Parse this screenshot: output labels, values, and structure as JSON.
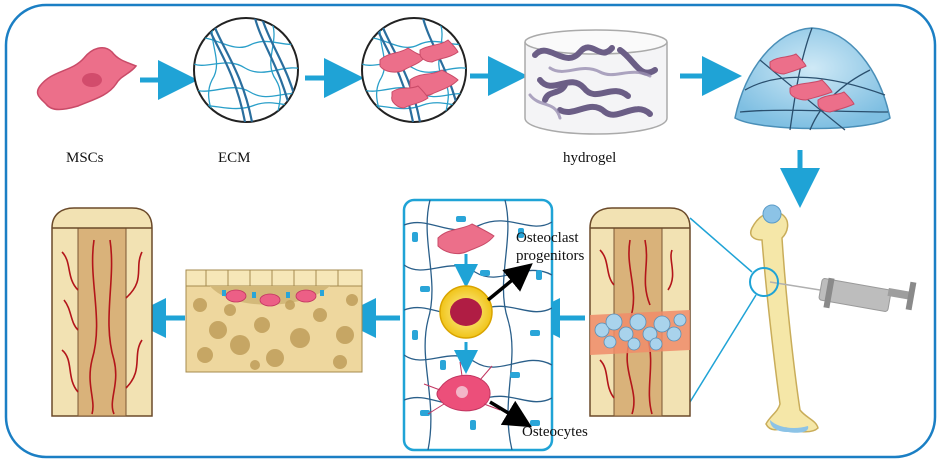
{
  "labels": {
    "mscs": "MSCs",
    "ecm": "ECM",
    "hydrogel": "hydrogel",
    "osteoclast_1": "Osteoclast",
    "osteoclast_2": "progenitors",
    "osteocytes": "Osteocytes"
  },
  "colors": {
    "arrow": "#1fa3d6",
    "frame": "#1b7fc4",
    "cell": "#ec6f8a",
    "bone": "#f2e2b3",
    "marrow": "#d9b27a",
    "vessel": "#b3151a",
    "hydrogel_blue": "#8ec9e8",
    "fiber": "#2a6e9e"
  }
}
